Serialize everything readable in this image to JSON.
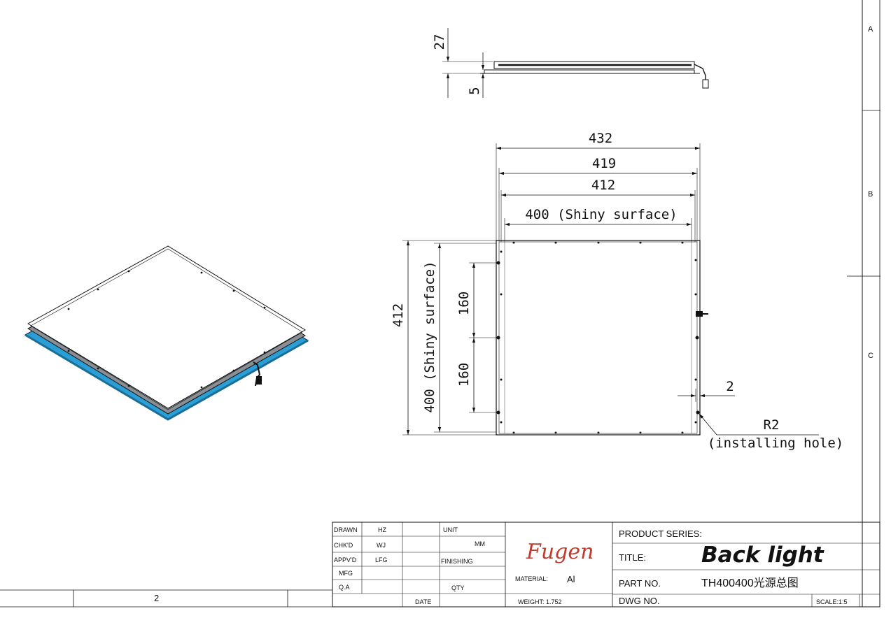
{
  "zones": [
    "A",
    "B",
    "C"
  ],
  "sheet_number": "2",
  "side_view": {
    "height_total": "27",
    "height_base": "5"
  },
  "front_view": {
    "width_432": "432",
    "width_419": "419",
    "width_412": "412",
    "width_shiny": "400 (Shiny surface)",
    "height_412": "412",
    "height_shiny": "400 (Shiny surface)",
    "spacing_upper": "160",
    "spacing_lower": "160",
    "edge_gap": "2",
    "hole_radius": "R2",
    "hole_note": "(installing  hole)"
  },
  "title_block": {
    "drawn_label": "DRAWN",
    "drawn_value": "HZ",
    "chkd_label": "CHK'D",
    "chkd_value": "WJ",
    "apprvd_label": "APPV'D",
    "apprvd_value": "LFG",
    "mfg_label": "MFG",
    "qa_label": "Q.A",
    "date_label": "DATE",
    "unit_label": "UNIT",
    "unit_value": "MM",
    "finishing_label": "FINISHING",
    "qty_label": "QTY",
    "logo_text": "Fugen",
    "material_label": "MATERIAL:",
    "material_value": "Al",
    "weight_text": "WEIGHT:  1.752",
    "product_series_label": "PRODUCT SERIES:",
    "title_label": "TITLE:",
    "title_value": "Back light",
    "part_no_label": "PART NO.",
    "part_no_value": "TH400400光源总图",
    "dwg_no_label": "DWG NO.",
    "scale_text": "SCALE:1:5"
  },
  "colors": {
    "line": "#111111",
    "logo": "#c0392b",
    "panel_edge": "#2a9fd6"
  }
}
